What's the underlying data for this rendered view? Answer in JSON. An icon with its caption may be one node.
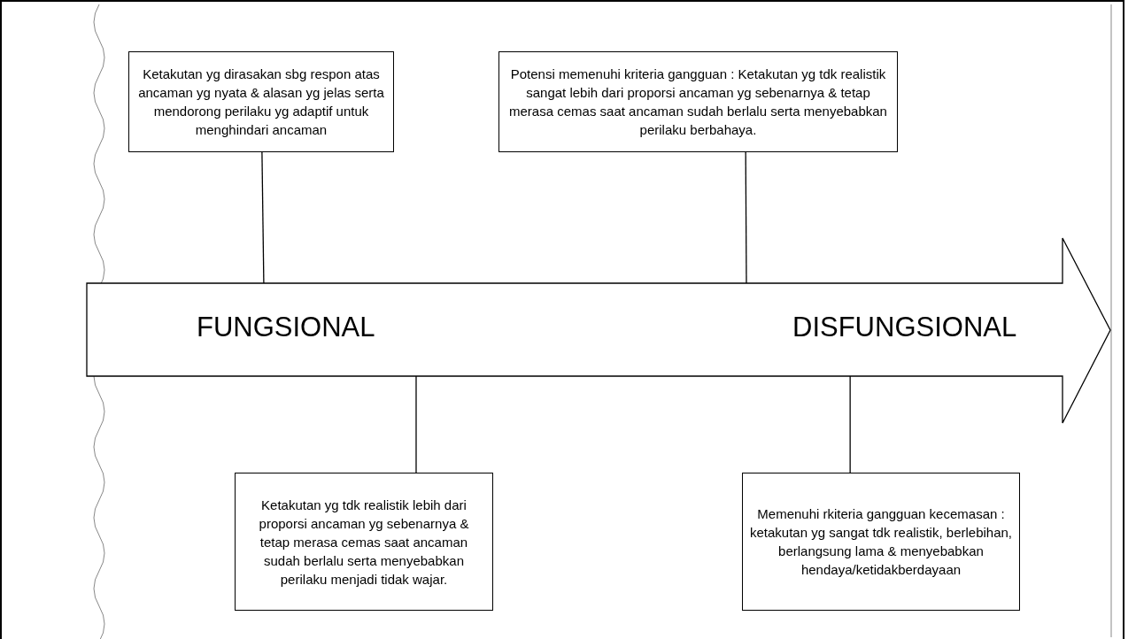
{
  "diagram": {
    "nodes": [
      {
        "text": [
          "FUNGSIONAL",
          "DISFUNGSIONAL"
        ]
      },
      {
        "text": [
          "Ketakutan yg dirasakan sbg respon atas ancaman yg nyata & alasan yg jelas serta mendorong perilaku yg adaptif untuk menghindari ancaman"
        ]
      },
      {
        "text": [
          "Potensi memenuhi kriteria gangguan : Ketakutan yg tdk realistik sangat lebih dari proporsi ancaman yg sebenarnya & tetap merasa cemas saat ancaman sudah berlalu serta menyebabkan perilaku berbahaya."
        ]
      },
      {
        "text": [
          "Ketakutan yg tdk realistik lebih dari proporsi ancaman yg sebenarnya & tetap merasa cemas saat ancaman sudah berlalu serta menyebabkan perilaku menjadi tidak wajar."
        ]
      },
      {
        "text": [
          "Memenuhi rkiteria gangguan kecemasan : ketakutan yg sangat tdk realistik, berlebihan, berlangsung lama & menyebabkan hendaya/ketidakberdayaan"
        ]
      }
    ],
    "edges": [
      {
        "from": 1,
        "to": 0,
        "arrow": "none"
      },
      {
        "from": 2,
        "to": 0,
        "arrow": "none"
      },
      {
        "from": 3,
        "to": 0,
        "arrow": "none"
      },
      {
        "from": 4,
        "to": 0,
        "arrow": "none"
      }
    ]
  }
}
